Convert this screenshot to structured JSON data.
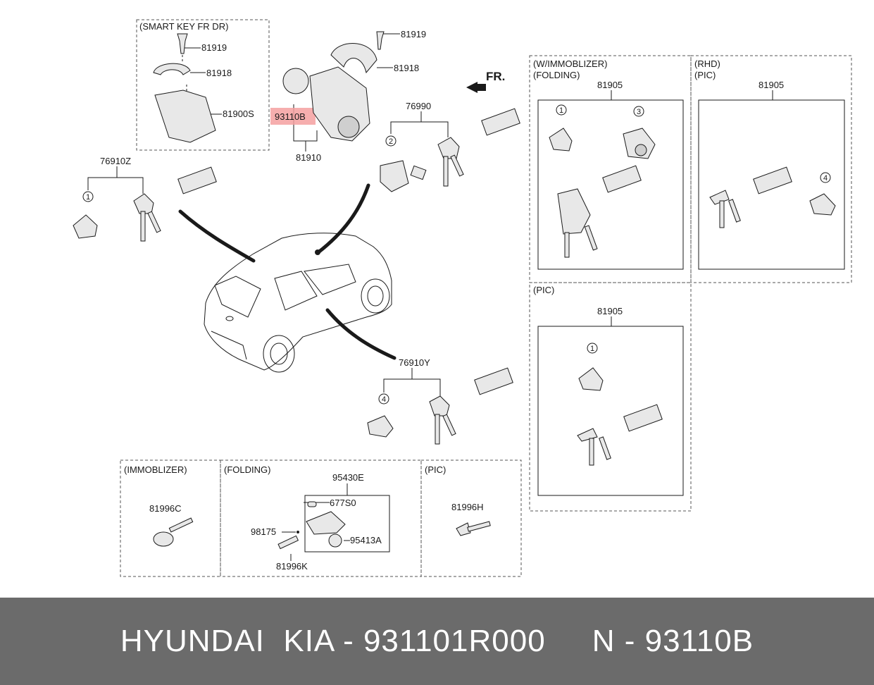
{
  "colors": {
    "highlight": "#f4a0a0",
    "footer_bg": "#6b6b6b",
    "footer_text": "#ffffff",
    "line": "#1a1a1a"
  },
  "orientation": "FR.",
  "boxes": {
    "smart_key_fr_dr": "(SMART KEY FR DR)",
    "w_immobilizer": "(W/IMMOBLIZER)",
    "folding_upper": "(FOLDING)",
    "rhd": "(RHD)",
    "pic_rhd": "(PIC)",
    "pic_mid": "(PIC)",
    "immoblizer": "(IMMOBLIZER)",
    "folding_lower": "(FOLDING)",
    "pic_lower": "(PIC)"
  },
  "parts": {
    "p81919_a": "81919",
    "p81918_a": "81918",
    "p81900s": "81900S",
    "p81919_b": "81919",
    "p81918_b": "81918",
    "p93110b": "93110B",
    "p81910": "81910",
    "p76990": "76990",
    "p76910z": "76910Z",
    "p76910y": "76910Y",
    "p81905_a": "81905",
    "p81905_b": "81905",
    "p81905_c": "81905",
    "p81996c": "81996C",
    "p95430e": "95430E",
    "p677s0": "677S0",
    "p98175": "98175",
    "p95413a": "95413A",
    "p81996k": "81996K",
    "p81996h": "81996H"
  },
  "callouts": {
    "c1": "1",
    "c2": "2",
    "c3": "3",
    "c4": "4"
  },
  "footer": {
    "text": "HYUNDAI  KIA - 931101R000     N - 93110B"
  }
}
